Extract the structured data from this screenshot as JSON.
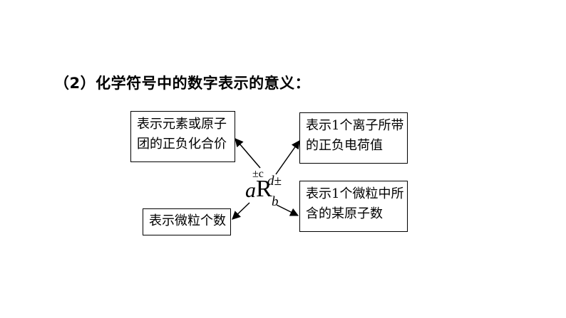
{
  "heading": "（2）化学符号中的数字表示的意义：",
  "boxes": {
    "top_left": {
      "line1": "表示元素或原子",
      "line2": "团的正负化合价"
    },
    "top_right": {
      "line1": "表示1个离子所带",
      "line2": "的正负电荷值"
    },
    "bottom_right": {
      "line1": "表示1个微粒中所",
      "line2": "含的某原子数"
    },
    "bottom_left": {
      "line1": "表示微粒个数"
    }
  },
  "symbol": {
    "coefficient": "a",
    "element": "R",
    "valence": "±c",
    "charge": "d±",
    "subscript": "b"
  }
}
